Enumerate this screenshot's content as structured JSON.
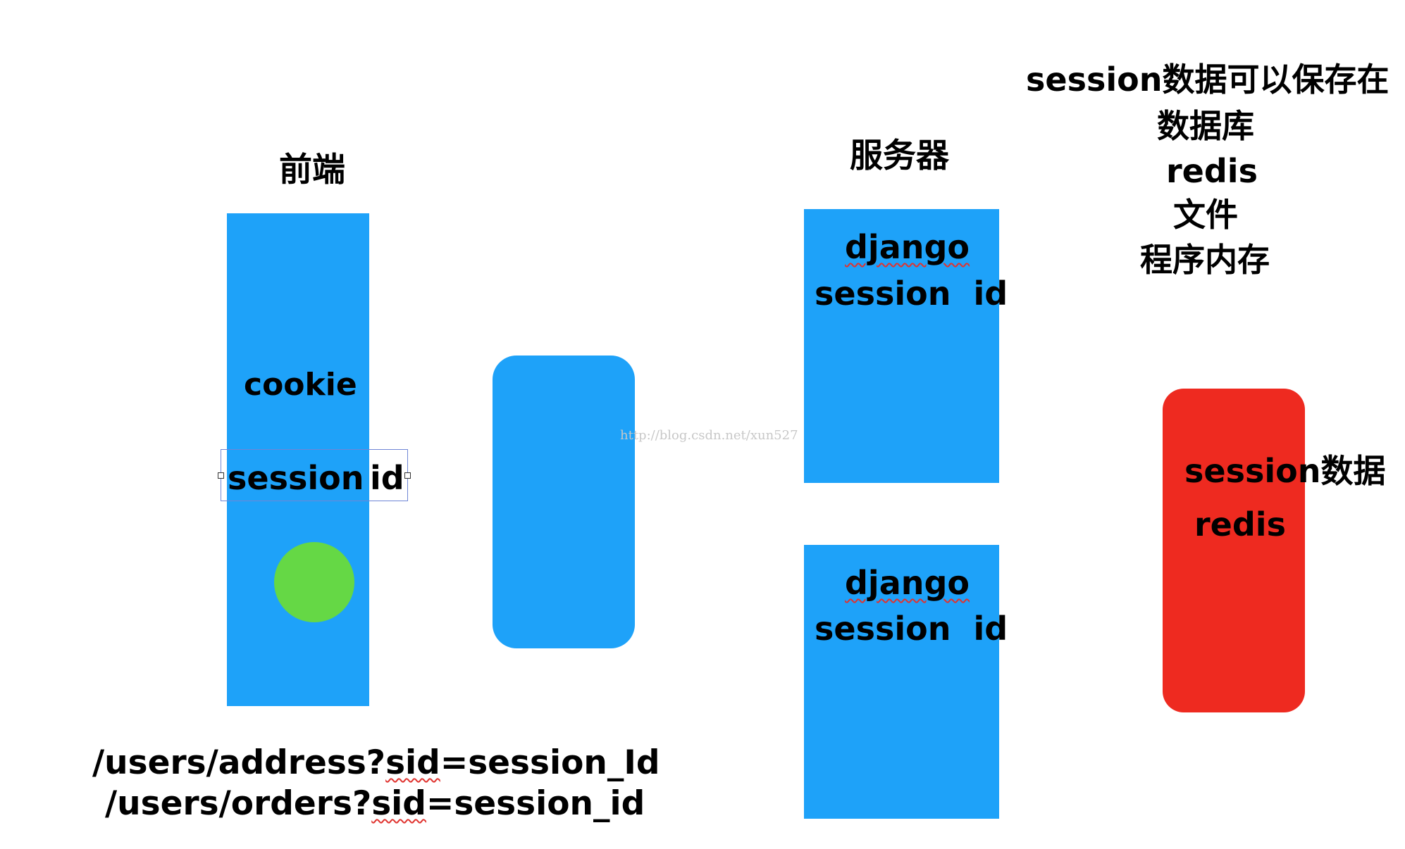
{
  "frontend": {
    "title": "前端",
    "cookie_label": "cookie",
    "session_id_parts": [
      "session",
      "id"
    ]
  },
  "server": {
    "title": "服务器",
    "nodes": [
      {
        "framework": "django",
        "session_label": "session  id"
      },
      {
        "framework": "django",
        "session_label": "session  id"
      }
    ]
  },
  "storage_note": {
    "lines": [
      "session数据可以保存在",
      "数据库",
      "redis",
      "文件",
      "程序内存"
    ]
  },
  "session_store": {
    "line1": "session数据",
    "line2": "redis"
  },
  "urls": [
    {
      "prefix": "/users/address?",
      "param": "sid",
      "suffix": "=session_Id"
    },
    {
      "prefix": "/users/orders?",
      "param": "sid",
      "suffix": "=session_id"
    }
  ],
  "watermark": "http://blog.csdn.net/xun527",
  "colors": {
    "box_blue": "#1ea2f9",
    "store_red": "#ee2a20",
    "dot_green": "#65d845",
    "selection_blue": "#6f86d6"
  }
}
